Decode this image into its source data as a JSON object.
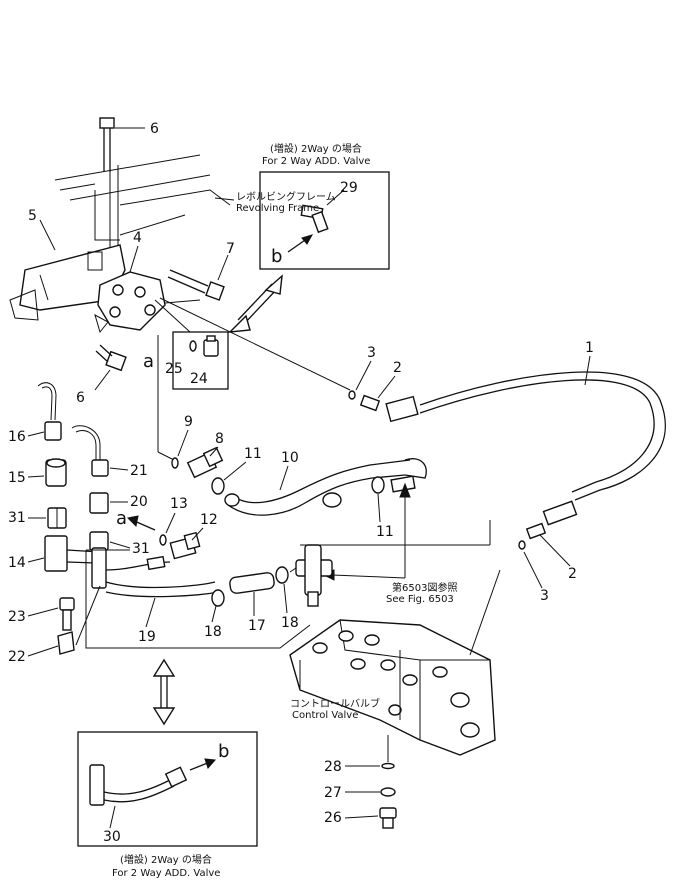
{
  "callouts": {
    "p1": "1",
    "p2a": "2",
    "p2b": "2",
    "p3a": "3",
    "p3b": "3",
    "p4": "4",
    "p5": "5",
    "p6a": "6",
    "p6b": "6",
    "p7": "7",
    "p8": "8",
    "p9": "9",
    "p10": "10",
    "p11a": "11",
    "p11b": "11",
    "p12": "12",
    "p13": "13",
    "p14": "14",
    "p15": "15",
    "p16": "16",
    "p17": "17",
    "p18a": "18",
    "p18b": "18",
    "p19": "19",
    "p20": "20",
    "p21": "21",
    "p22": "22",
    "p23": "23",
    "p24": "24",
    "p25": "25",
    "p26": "26",
    "p27": "27",
    "p28": "28",
    "p29": "29",
    "p30": "30",
    "p31a": "31",
    "p31b": "31"
  },
  "letters": {
    "a_top": "a",
    "a_mid": "a",
    "b_box_top": "b",
    "b_box_bottom": "b"
  },
  "labels": {
    "revolving_jp": "レボルビングフレーム",
    "revolving_en": "Revolving Frame",
    "control_jp": "コントロールバルブ",
    "control_en": "Control Valve",
    "see_fig_jp": "第6503図参照",
    "see_fig_en": "See Fig. 6503",
    "top_inset_jp": "(増設) 2Way の場合",
    "top_inset_en": "For 2 Way ADD. Valve",
    "bottom_inset_jp": "(増設) 2Way の場合",
    "bottom_inset_en": "For 2 Way ADD. Valve"
  }
}
